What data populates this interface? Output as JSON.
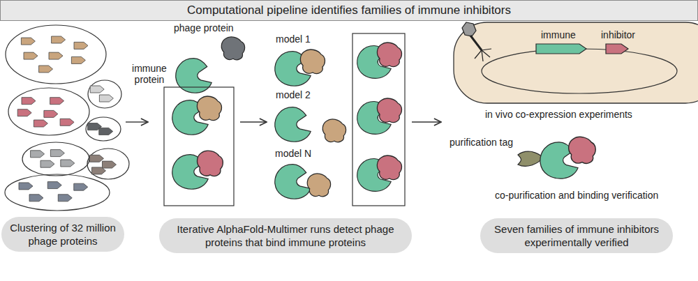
{
  "diagram": {
    "title": "Computational pipeline identifies families of immune inhibitors",
    "nodes": [
      {
        "text": [
          "Clustering of 32 million phage proteins"
        ]
      },
      {
        "text": [
          "Iterative AlphaFold-Multimer runs detect phage proteins that bind immune proteins"
        ]
      },
      {
        "text": [
          "Seven families of immune inhibitors experimentally verified"
        ]
      }
    ],
    "labels": [
      "phage protein",
      "immune protein",
      "model 1",
      "model 2",
      "model N",
      "immune",
      "inhibitor",
      "in vivo co-expression experiments",
      "purification tag",
      "co-purification and binding verification"
    ]
  }
}
